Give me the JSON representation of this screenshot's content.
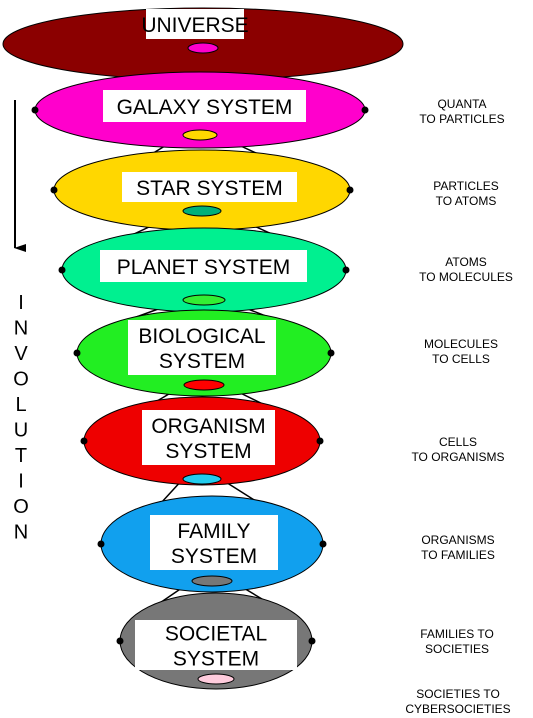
{
  "levels": [
    {
      "title": [
        "UNIVERSE"
      ],
      "color": "#8b0000",
      "hole_color": "#ff00cc",
      "note": []
    },
    {
      "title": [
        "GALAXY SYSTEM"
      ],
      "color": "#ff00cc",
      "hole_color": "#ffd700",
      "note": [
        "QUANTA",
        "TO PARTICLES"
      ]
    },
    {
      "title": [
        "STAR SYSTEM"
      ],
      "color": "#ffd700",
      "hole_color": "#00b07a",
      "note": [
        "PARTICLES",
        "TO ATOMS"
      ]
    },
    {
      "title": [
        "PLANET SYSTEM"
      ],
      "color": "#00f090",
      "hole_color": "#33ee33",
      "note": [
        "ATOMS",
        "TO MOLECULES"
      ]
    },
    {
      "title": [
        "BIOLOGICAL",
        "SYSTEM"
      ],
      "color": "#22ee22",
      "hole_color": "#ff0000",
      "note": [
        "MOLECULES",
        "TO CELLS"
      ]
    },
    {
      "title": [
        "ORGANISM",
        "SYSTEM"
      ],
      "color": "#ee0000",
      "hole_color": "#22ccee",
      "note": [
        "CELLS",
        "TO ORGANISMS"
      ]
    },
    {
      "title": [
        "FAMILY",
        "SYSTEM"
      ],
      "color": "#11a0ee",
      "hole_color": "#777777",
      "note": [
        "ORGANISMS",
        "TO FAMILIES"
      ]
    },
    {
      "title": [
        "SOCIETAL",
        "SYSTEM"
      ],
      "color": "#777777",
      "hole_color": "#ffccdd",
      "note": [
        "FAMILIES TO",
        "SOCIETIES"
      ]
    }
  ],
  "final_note": [
    "SOCIETIES TO",
    "CYBERSOCIETIES"
  ],
  "side_label": [
    "I",
    "N",
    "V",
    "O",
    "L",
    "U",
    "T",
    "I",
    "O",
    "N"
  ]
}
